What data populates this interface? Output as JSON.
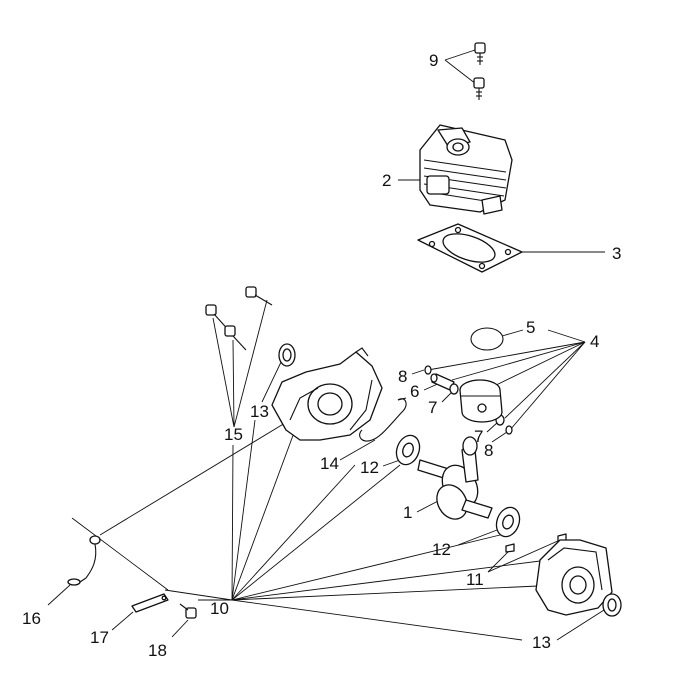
{
  "diagram": {
    "callouts": {
      "n1": "1",
      "n2": "2",
      "n3": "3",
      "n4": "4",
      "n5": "5",
      "n6": "6",
      "n7a": "7",
      "n7b": "7",
      "n8a": "8",
      "n8b": "8",
      "n9": "9",
      "n10": "10",
      "n11": "11",
      "n12a": "12",
      "n12b": "12",
      "n13a": "13",
      "n13b": "13",
      "n14": "14",
      "n15": "15",
      "n16": "16",
      "n17": "17",
      "n18": "18"
    }
  }
}
